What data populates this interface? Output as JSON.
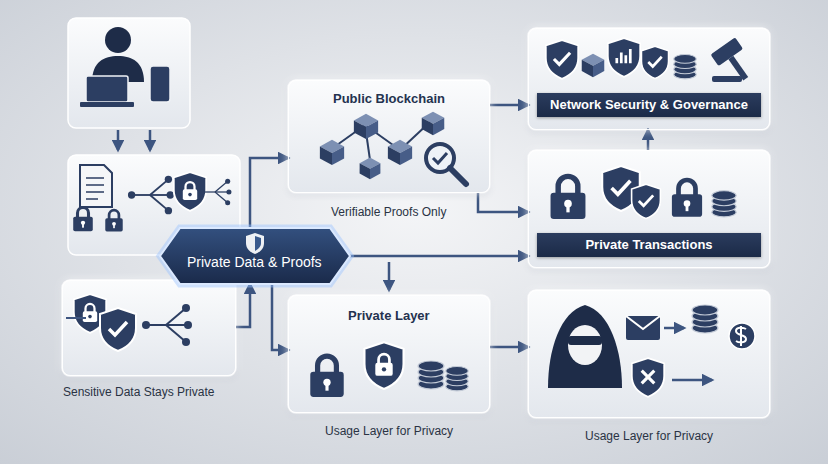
{
  "diagram": {
    "nodes": [
      {
        "text": [
          "Sensitive Data Stays Private"
        ]
      },
      {
        "text": [
          "Private Data & Proofs"
        ]
      },
      {
        "text": [
          "Public Blockchain",
          "Verifiable Proofs Only"
        ]
      },
      {
        "text": [
          "Private Layer",
          "Usage Layer for Privacy"
        ]
      },
      {
        "text": [
          "Network Security & Governance"
        ]
      },
      {
        "text": [
          "Private Transactions"
        ]
      },
      {
        "text": [
          "Usage Layer for Privacy"
        ]
      }
    ],
    "edges": [
      {
        "from": 0,
        "to": 1,
        "arrow": "to"
      },
      {
        "from": 1,
        "to": 3,
        "arrow": "to"
      },
      {
        "from": 1,
        "to": 2,
        "arrow": "to"
      },
      {
        "from": 1,
        "to": 5,
        "arrow": "to"
      },
      {
        "from": 2,
        "to": 5,
        "arrow": "to"
      },
      {
        "from": 2,
        "to": 4,
        "arrow": "to"
      },
      {
        "from": 5,
        "to": 4,
        "arrow": "to"
      },
      {
        "from": 3,
        "to": 6,
        "arrow": "to"
      }
    ]
  }
}
